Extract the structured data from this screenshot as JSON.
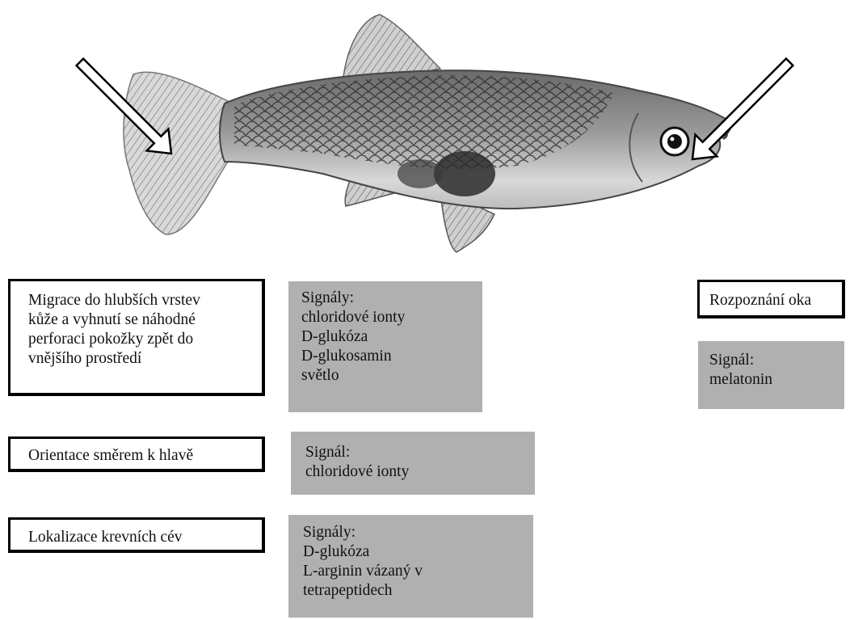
{
  "colors": {
    "signal_box": "#b0b0b0",
    "border": "#000000",
    "fish_body": "#cfcfcf",
    "fish_dark": "#3a3a3a",
    "arrow_fill": "#ffffff"
  },
  "fish": {
    "arrows": [
      "tail-pointer-arrow",
      "eye-pointer-arrow"
    ]
  },
  "behaviors": {
    "migration": [
      "Migrace do hlubších vrstev",
      "kůže a vyhnutí se náhodné",
      "perforaci pokožky zpět do",
      "vnějšího prostředí"
    ],
    "orientation": [
      "Orientace směrem k hlavě"
    ],
    "blood_vessels": [
      "Lokalizace krevních cév"
    ],
    "eye_recognition": [
      "Rozpoznání oka"
    ]
  },
  "signals": {
    "migration": [
      "Signály:",
      "chloridové ionty",
      "D-glukóza",
      "D-glukosamin",
      "světlo"
    ],
    "orientation": [
      "Signál:",
      "chloridové ionty"
    ],
    "blood_vessels": [
      "Signály:",
      "D-glukóza",
      "L-arginin vázaný v",
      "tetrapeptidech"
    ],
    "eye_recognition": [
      "Signál:",
      "melatonin"
    ]
  }
}
